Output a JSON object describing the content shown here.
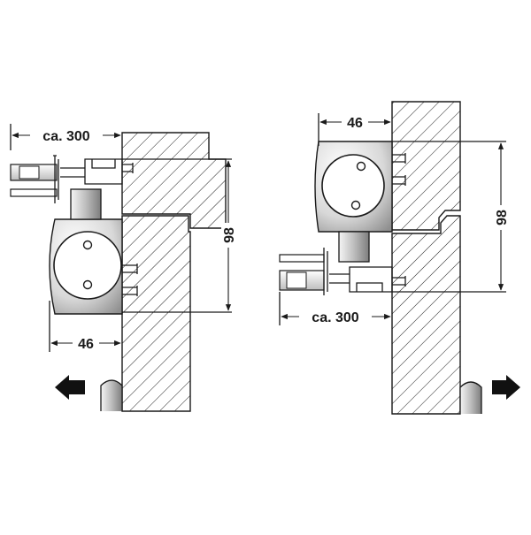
{
  "colors": {
    "line": "#1a1a1a",
    "hatch_bg": "#ffffff",
    "closer_body_light": "#f2f2f2",
    "closer_body_dark": "#9a9a9a",
    "arrow_dark": "#111111"
  },
  "left_diagram": {
    "dim_width": "46",
    "dim_arm": "ca. 300",
    "dim_height": "98",
    "arrow_direction": "left"
  },
  "right_diagram": {
    "dim_width": "46",
    "dim_arm": "ca. 300",
    "dim_height": "98",
    "arrow_direction": "right"
  }
}
